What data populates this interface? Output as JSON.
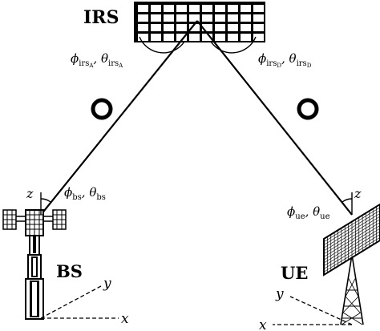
{
  "labels": {
    "irs": "IRS",
    "bs": "BS",
    "ue": "UE"
  },
  "angles": {
    "irs_a": {
      "phi": "ϕ",
      "phi_sub": "irs",
      "phi_subsub": "A",
      "sep": ", ",
      "theta": "θ",
      "theta_sub": "irs",
      "theta_subsub": "A"
    },
    "irs_d": {
      "phi": "ϕ",
      "phi_sub": "irs",
      "phi_subsub": "D",
      "sep": ", ",
      "theta": "θ",
      "theta_sub": "irs",
      "theta_subsub": "D"
    },
    "bs": {
      "phi": "ϕ",
      "phi_sub": "bs",
      "sep": ", ",
      "theta": "θ",
      "theta_sub": "bs"
    },
    "ue": {
      "phi": "ϕ",
      "phi_sub": "ue",
      "sep": ", ",
      "theta": "θ",
      "theta_sub": "ue"
    }
  },
  "axes": {
    "bs_z": "z",
    "bs_y": "y",
    "bs_x": "x",
    "ue_z": "z",
    "ue_y": "y",
    "ue_x": "x"
  },
  "irs_grid": {
    "rows": 4,
    "cols": 10
  }
}
